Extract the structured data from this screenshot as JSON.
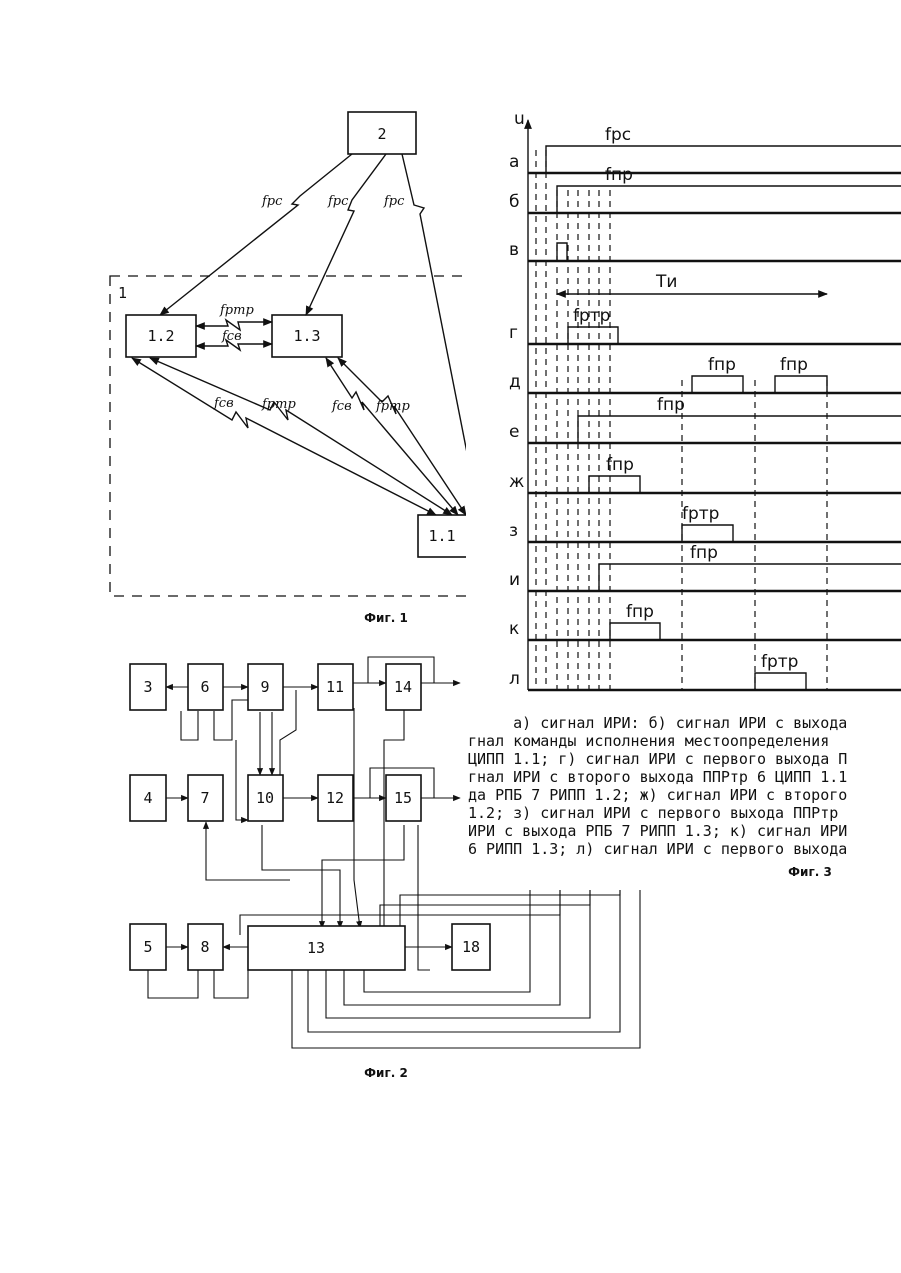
{
  "fig1": {
    "caption": "Фиг. 1",
    "group_label": "1",
    "nodes": {
      "n2": "2",
      "n12": "1.2",
      "n13": "1.3",
      "n11": "1.1"
    },
    "links": {
      "frs": "fрс",
      "frtr": "fртр",
      "fsv": "fсв"
    }
  },
  "fig2": {
    "caption": "Фиг. 2",
    "blocks": [
      "3",
      "4",
      "5",
      "6",
      "7",
      "8",
      "9",
      "10",
      "11",
      "12",
      "13",
      "14",
      "15",
      "18"
    ]
  },
  "fig3": {
    "caption": "Фиг. 3",
    "axis_label": "u",
    "period_label": "Tи",
    "rows": [
      {
        "letter": "а",
        "label": "fрс"
      },
      {
        "letter": "б",
        "label": "fпр"
      },
      {
        "letter": "в",
        "label": ""
      },
      {
        "letter": "г",
        "label": "fртр"
      },
      {
        "letter": "д",
        "label": "fпр"
      },
      {
        "letter": "е",
        "label": "fпр"
      },
      {
        "letter": "ж",
        "label": "fпр"
      },
      {
        "letter": "з",
        "label": "fртр"
      },
      {
        "letter": "и",
        "label": "fпр"
      },
      {
        "letter": "к",
        "label": "fпр"
      },
      {
        "letter": "л",
        "label": "fртр"
      }
    ],
    "d_second_label": "fпр",
    "legend_lines": [
      "     а) сигнал ИРИ: б) сигнал ИРИ с выхода",
      "гнал команды исполнения местоопределения",
      "ЦИПП 1.1; г) сигнал ИРИ с первого выхода П",
      "гнал ИРИ с второго выхода ППРтр 6 ЦИПП 1.1",
      "да РПБ 7 РИПП 1.2; ж) сигнал ИРИ с второго",
      "1.2; з) сигнал ИРИ с первого выхода ППРтр",
      "ИРИ с выхода РПБ 7 РИПП 1.3; к) сигнал ИРИ",
      "6 РИПП 1.3; л) сигнал ИРИ с первого выхода"
    ]
  }
}
